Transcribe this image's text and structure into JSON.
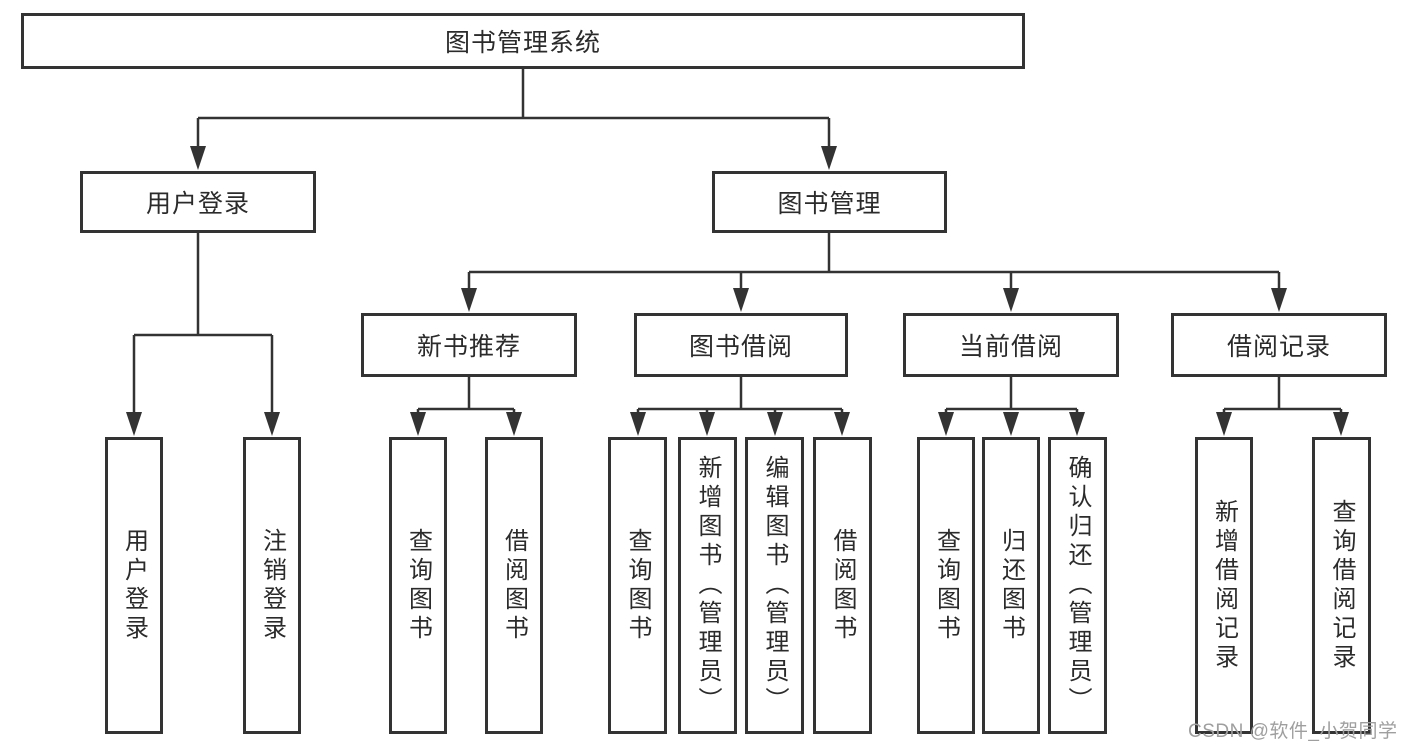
{
  "colors": {
    "line": "#333333",
    "text": "#2b2b2b",
    "watermark": "#9f9f9f",
    "background": "#ffffff"
  },
  "diagram": {
    "root": {
      "label": "图书管理系统"
    },
    "branches": [
      {
        "label": "用户登录",
        "children": [
          {
            "label": "用户登录"
          },
          {
            "label": "注销登录"
          }
        ]
      },
      {
        "label": "图书管理",
        "children": [
          {
            "label": "新书推荐",
            "children": [
              {
                "label": "查询图书"
              },
              {
                "label": "借阅图书"
              }
            ]
          },
          {
            "label": "图书借阅",
            "children": [
              {
                "label": "查询图书"
              },
              {
                "label": "新增图书（管理员）"
              },
              {
                "label": "编辑图书（管理员）"
              },
              {
                "label": "借阅图书"
              }
            ]
          },
          {
            "label": "当前借阅",
            "children": [
              {
                "label": "查询图书"
              },
              {
                "label": "归还图书"
              },
              {
                "label": "确认归还（管理员）"
              }
            ]
          },
          {
            "label": "借阅记录",
            "children": [
              {
                "label": "新增借阅记录"
              },
              {
                "label": "查询借阅记录"
              }
            ]
          }
        ]
      }
    ]
  },
  "watermark": {
    "text": "CSDN @软件_小贺同学"
  }
}
